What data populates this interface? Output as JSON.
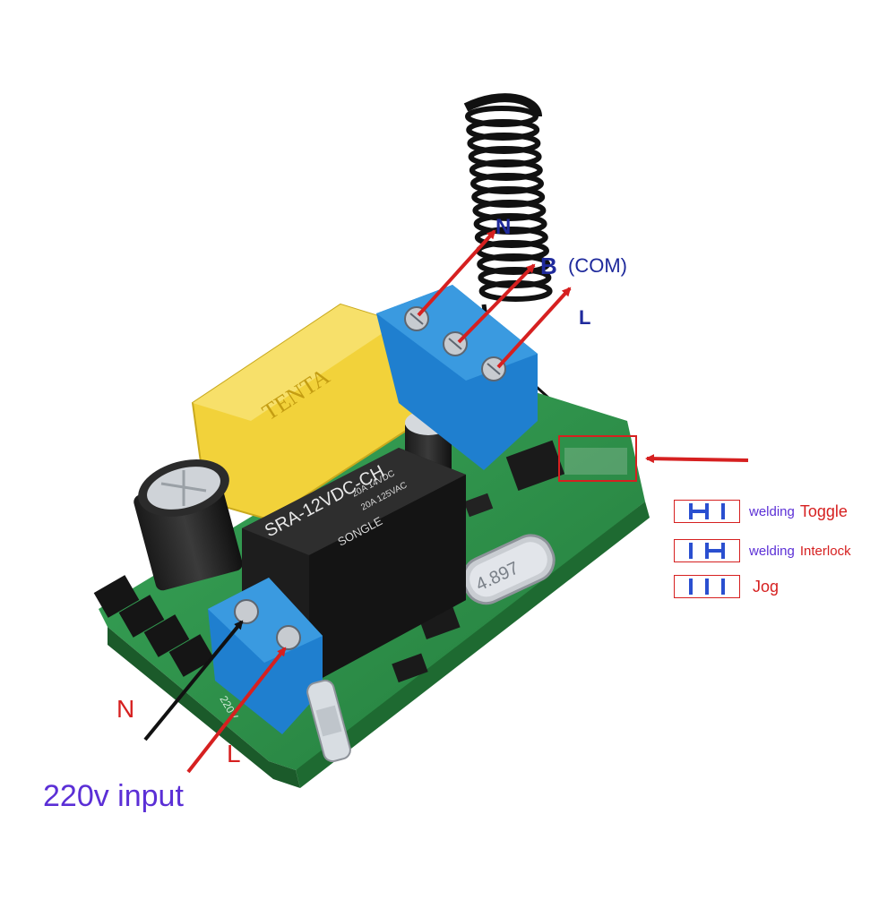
{
  "labels": {
    "top_n": "N",
    "top_b": "B",
    "top_com": "(COM)",
    "top_l": "L",
    "bottom_n": "N",
    "bottom_l": "L",
    "input": "220v input"
  },
  "legend": [
    {
      "prefix": "welding",
      "mode": "Toggle",
      "pattern": "H-I"
    },
    {
      "prefix": "welding",
      "mode": "Interlock",
      "pattern": "I-H"
    },
    {
      "prefix": "",
      "mode": "Jog",
      "pattern": "I-I-I"
    }
  ],
  "board_print": {
    "relay_model": "SRA-12VDC-CH",
    "relay_brand": "SONGLE",
    "relay_rating_1": "20A 14VDC",
    "relay_rating_2": "20A 125VAC",
    "crystal": "4.897",
    "capacitor_brand": "TENTA",
    "board_mark": "220V"
  },
  "colors": {
    "accent_red": "#d62020",
    "label_blue": "#1f2a9c",
    "purple": "#5b2fd6",
    "pcb_green": "#2f9a4c",
    "terminal_blue": "#1f7fcf",
    "cap_yellow": "#f2d23a"
  }
}
